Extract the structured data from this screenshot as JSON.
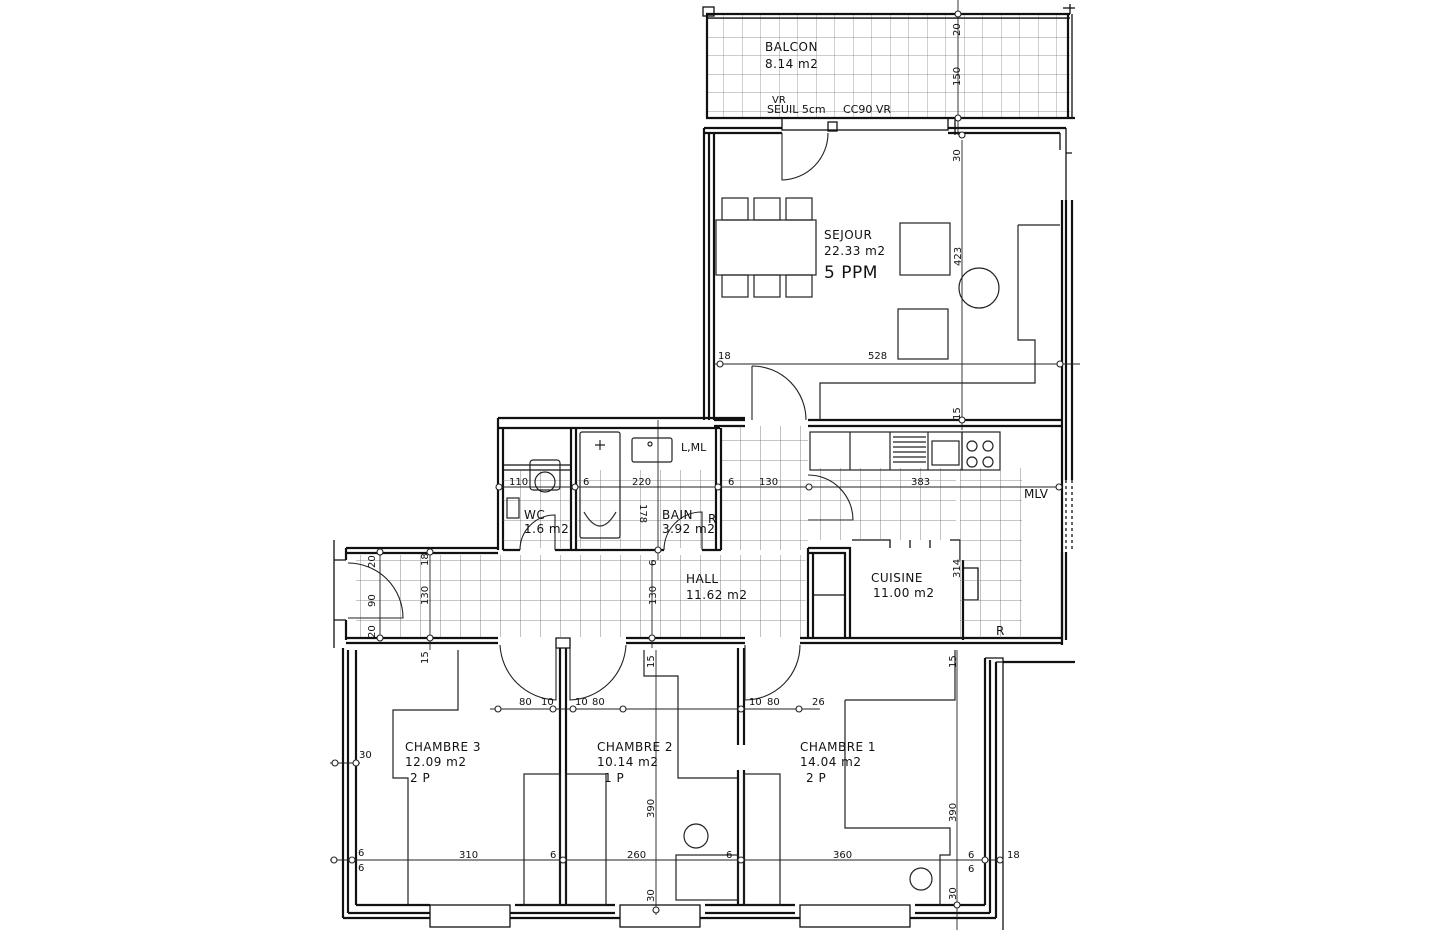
{
  "plan": {
    "type": "apartment floor plan",
    "rooms": [
      {
        "id": "balcon",
        "name": "BALCON",
        "area": "8.14 m2"
      },
      {
        "id": "sejour",
        "name": "SEJOUR",
        "area": "22.33 m2",
        "extra": "5 PPM"
      },
      {
        "id": "wc",
        "name": "WC",
        "area": "1.6 m2"
      },
      {
        "id": "bain",
        "name": "BAIN",
        "area": "3.92 m2"
      },
      {
        "id": "hall",
        "name": "HALL",
        "area": "11.62 m2"
      },
      {
        "id": "cuisine",
        "name": "CUISINE",
        "area": "11.00 m2"
      },
      {
        "id": "chambre3",
        "name": "CHAMBRE 3",
        "area": "12.09 m2",
        "occupancy": "2 P"
      },
      {
        "id": "chambre2",
        "name": "CHAMBRE 2",
        "area": "10.14 m2",
        "occupancy": "1 P"
      },
      {
        "id": "chambre1",
        "name": "CHAMBRE 1",
        "area": "14.04 m2",
        "occupancy": "2 P"
      }
    ],
    "annotations": {
      "vr": "VR",
      "seuil": "SEUIL 5cm",
      "cc90": "CC90 VR",
      "lml": "L,ML",
      "mlv": "MLV",
      "r_bain": "R",
      "r_cuisine": "R"
    },
    "dimensions": {
      "balcon_20": "20",
      "balcon_150": "150",
      "sejour_30": "30",
      "sejour_423": "423",
      "sejour_18": "18",
      "sejour_528": "528",
      "sejour_15": "15",
      "wc_110": "110",
      "bain_6a": "6",
      "bain_220": "220",
      "bain_178": "178",
      "bain_6b": "6",
      "hall_130a": "130",
      "cuisine_383": "383",
      "cuisine_314": "314",
      "hall_6": "6",
      "hall_130b": "130",
      "entry_20a": "20",
      "entry_18": "18",
      "entry_90": "90",
      "entry_130": "130",
      "entry_20b": "20",
      "ch3_15": "15",
      "ch3_30": "30",
      "door_80a": "80",
      "door_10a": "10",
      "door_10b": "10",
      "door_80b": "80",
      "ch2_15": "15",
      "door_10c": "10",
      "door_80c": "80",
      "door_26": "26",
      "ch1_15": "15",
      "ch2_390": "390",
      "ch1_390": "390",
      "bot_6a": "6",
      "bot_6b": "6",
      "bot_310": "310",
      "bot_6c": "6",
      "bot_260": "260",
      "bot_6d": "6",
      "bot_360": "360",
      "bot_6e": "6",
      "bot_6f": "6",
      "bot_18": "18",
      "bot_30a": "30",
      "bot_30b": "30"
    }
  }
}
